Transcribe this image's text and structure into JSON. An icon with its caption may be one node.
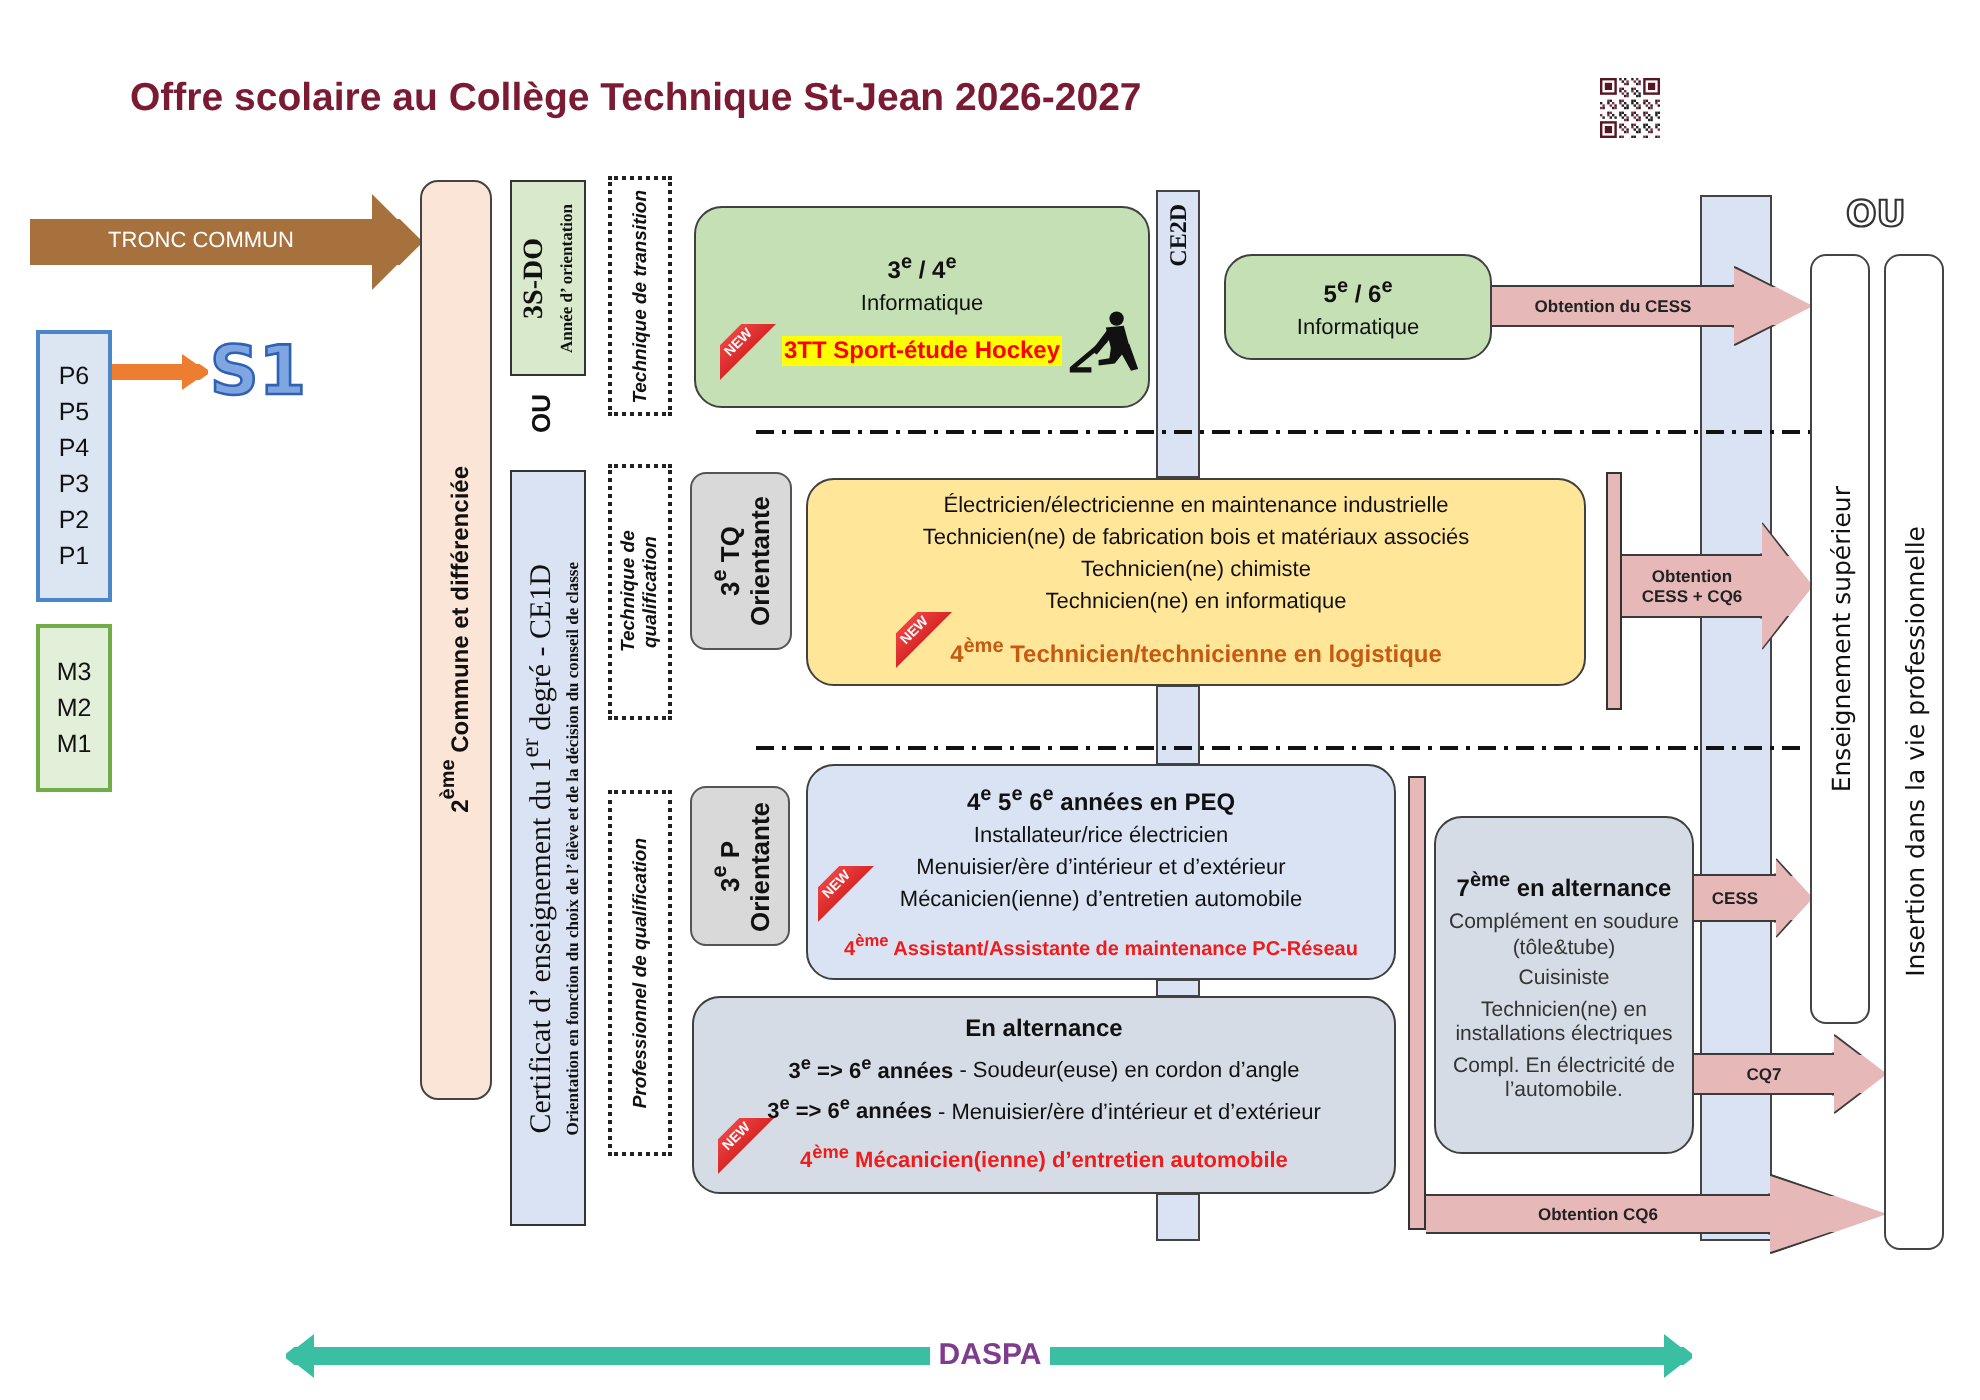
{
  "diagram": {
    "title": "Offre scolaire au Collège Technique St-Jean 2026-2027",
    "nodes": [
      {
        "text": [
          "P6",
          "P5",
          "P4",
          "P3",
          "P2",
          "P1"
        ]
      },
      {
        "text": [
          "S1"
        ]
      },
      {
        "text": [
          "M3",
          "M2",
          "M1"
        ]
      },
      {
        "text": [
          "2$^{ème}$ Commune et différenciée"
        ]
      },
      {
        "text": [
          "3S-DO",
          "Année d’ orientation"
        ]
      },
      {
        "text": [
          "Certificat d’ enseignement du 1$^{er}$ degré - CE1D",
          "Orientation en fonction du choix de l’ élève et de la décision du conseil de classe"
        ]
      },
      {
        "text": [
          "Technique de transition"
        ]
      },
      {
        "text": [
          "Technique de qualification"
        ]
      },
      {
        "text": [
          "Professionnel de qualification"
        ]
      },
      {
        "text": [
          "3$^{e}$ / 4$^{e}$",
          "Informatique",
          "NEW",
          "3TT Sport-étude Hockey"
        ]
      },
      {
        "text": [
          "CE2D"
        ]
      },
      {
        "text": [
          "5$^{e}$ / 6$^{e}$",
          "Informatique"
        ]
      },
      {
        "text": [
          "3$^{e}$ TQ Orientante"
        ]
      },
      {
        "text": [
          "Électricien/électricienne en maintenance industrielle",
          "Technicien(ne) de fabrication bois et matériaux associés",
          "Technicien(ne) chimiste",
          "Technicien(ne) en informatique",
          "NEW",
          "4$^{ème}$ Technicien/technicienne en logistique"
        ]
      },
      {
        "text": [],
        "shape": "bar"
      },
      {
        "text": [
          "3$^{e}$ P Orientante"
        ]
      },
      {
        "text": [
          "4$^{e}$ 5$^{e}$ 6$^{e}$ années en PEQ",
          "Installateur/rice électricien",
          "Menuisier/ère d’intérieur et d’extérieur",
          "Mécanicien(ienne) d’entretien automobile",
          "NEW",
          "4$^{ème}$ Assistant/Assistante de maintenance PC-Réseau"
        ]
      },
      {
        "text": [
          "En alternance",
          "**3$^{e}$ => 6$^{e}$ années** - Soudeur(euse) en cordon d’angle",
          "**3$^{e}$ => 6$^{e}$ années** - Menuisier/ère d’intérieur et d’extérieur",
          "NEW",
          "4$^{ème}$ Mécanicien(ienne) d’entretien automobile"
        ]
      },
      {
        "text": [],
        "shape": "bar"
      },
      {
        "text": [
          "7$^{ème}$ en alternance",
          "Complément en soudure (tôle&tube)",
          "Cuisiniste",
          "Technicien(ne) en installations électriques",
          "Compl. En électricité de l’automobile."
        ]
      },
      {
        "text": [
          "Enseignement supérieur"
        ]
      },
      {
        "text": [
          "Insertion dans la vie professionnelle"
        ]
      },
      {
        "text": [
          "DASPA"
        ]
      }
    ],
    "edges": [
      {
        "from": null,
        "to": 3,
        "arrow": "to",
        "label": "TRONC COMMUN",
        "color": "#a6713c"
      },
      {
        "from": 0,
        "to": 1,
        "arrow": "to",
        "color": "#ed7d31"
      },
      {
        "from": 11,
        "to": 20,
        "arrow": "to",
        "label": "Obtention du CESS"
      },
      {
        "from": 14,
        "to": 20,
        "arrow": "to",
        "label": "Obtention CESS + CQ6"
      },
      {
        "from": 19,
        "to": 20,
        "arrow": "to",
        "label": "CESS"
      },
      {
        "from": 19,
        "to": 21,
        "arrow": "to",
        "label": "CQ7"
      },
      {
        "from": 18,
        "to": 21,
        "arrow": "to",
        "label": "Obtention CQ6"
      },
      {
        "from": 22,
        "to": null,
        "arrow": "to",
        "color": "#3bbfa3"
      },
      {
        "from": 22,
        "to": null,
        "arrow": "to",
        "color": "#3bbfa3"
      }
    ],
    "labels": [
      "OU",
      "OU"
    ]
  }
}
